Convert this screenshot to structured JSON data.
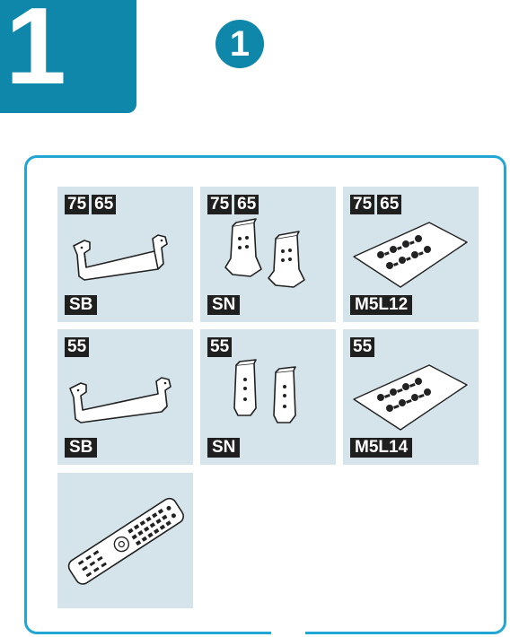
{
  "step": {
    "number": "1",
    "sub_step": "1"
  },
  "parts": [
    {
      "sizes": [
        "75",
        "65"
      ],
      "code": "SB",
      "icon": "stand-bar-icon"
    },
    {
      "sizes": [
        "75",
        "65"
      ],
      "code": "SN",
      "icon": "stand-neck-brackets-icon"
    },
    {
      "sizes": [
        "75",
        "65"
      ],
      "code": "M5L12",
      "icon": "screws-bag-icon"
    },
    {
      "sizes": [
        "55"
      ],
      "code": "SB",
      "icon": "stand-bar-icon"
    },
    {
      "sizes": [
        "55"
      ],
      "code": "SN",
      "icon": "stand-neck-brackets-icon"
    },
    {
      "sizes": [
        "55"
      ],
      "code": "M5L14",
      "icon": "screws-bag-icon"
    },
    {
      "sizes": [],
      "code": "",
      "icon": "remote-control-icon"
    }
  ],
  "colors": {
    "accent": "#0e87ab",
    "frame": "#22a7d4",
    "cell_bg": "#d5e3eb",
    "tag_bg": "#1f1f1f"
  }
}
